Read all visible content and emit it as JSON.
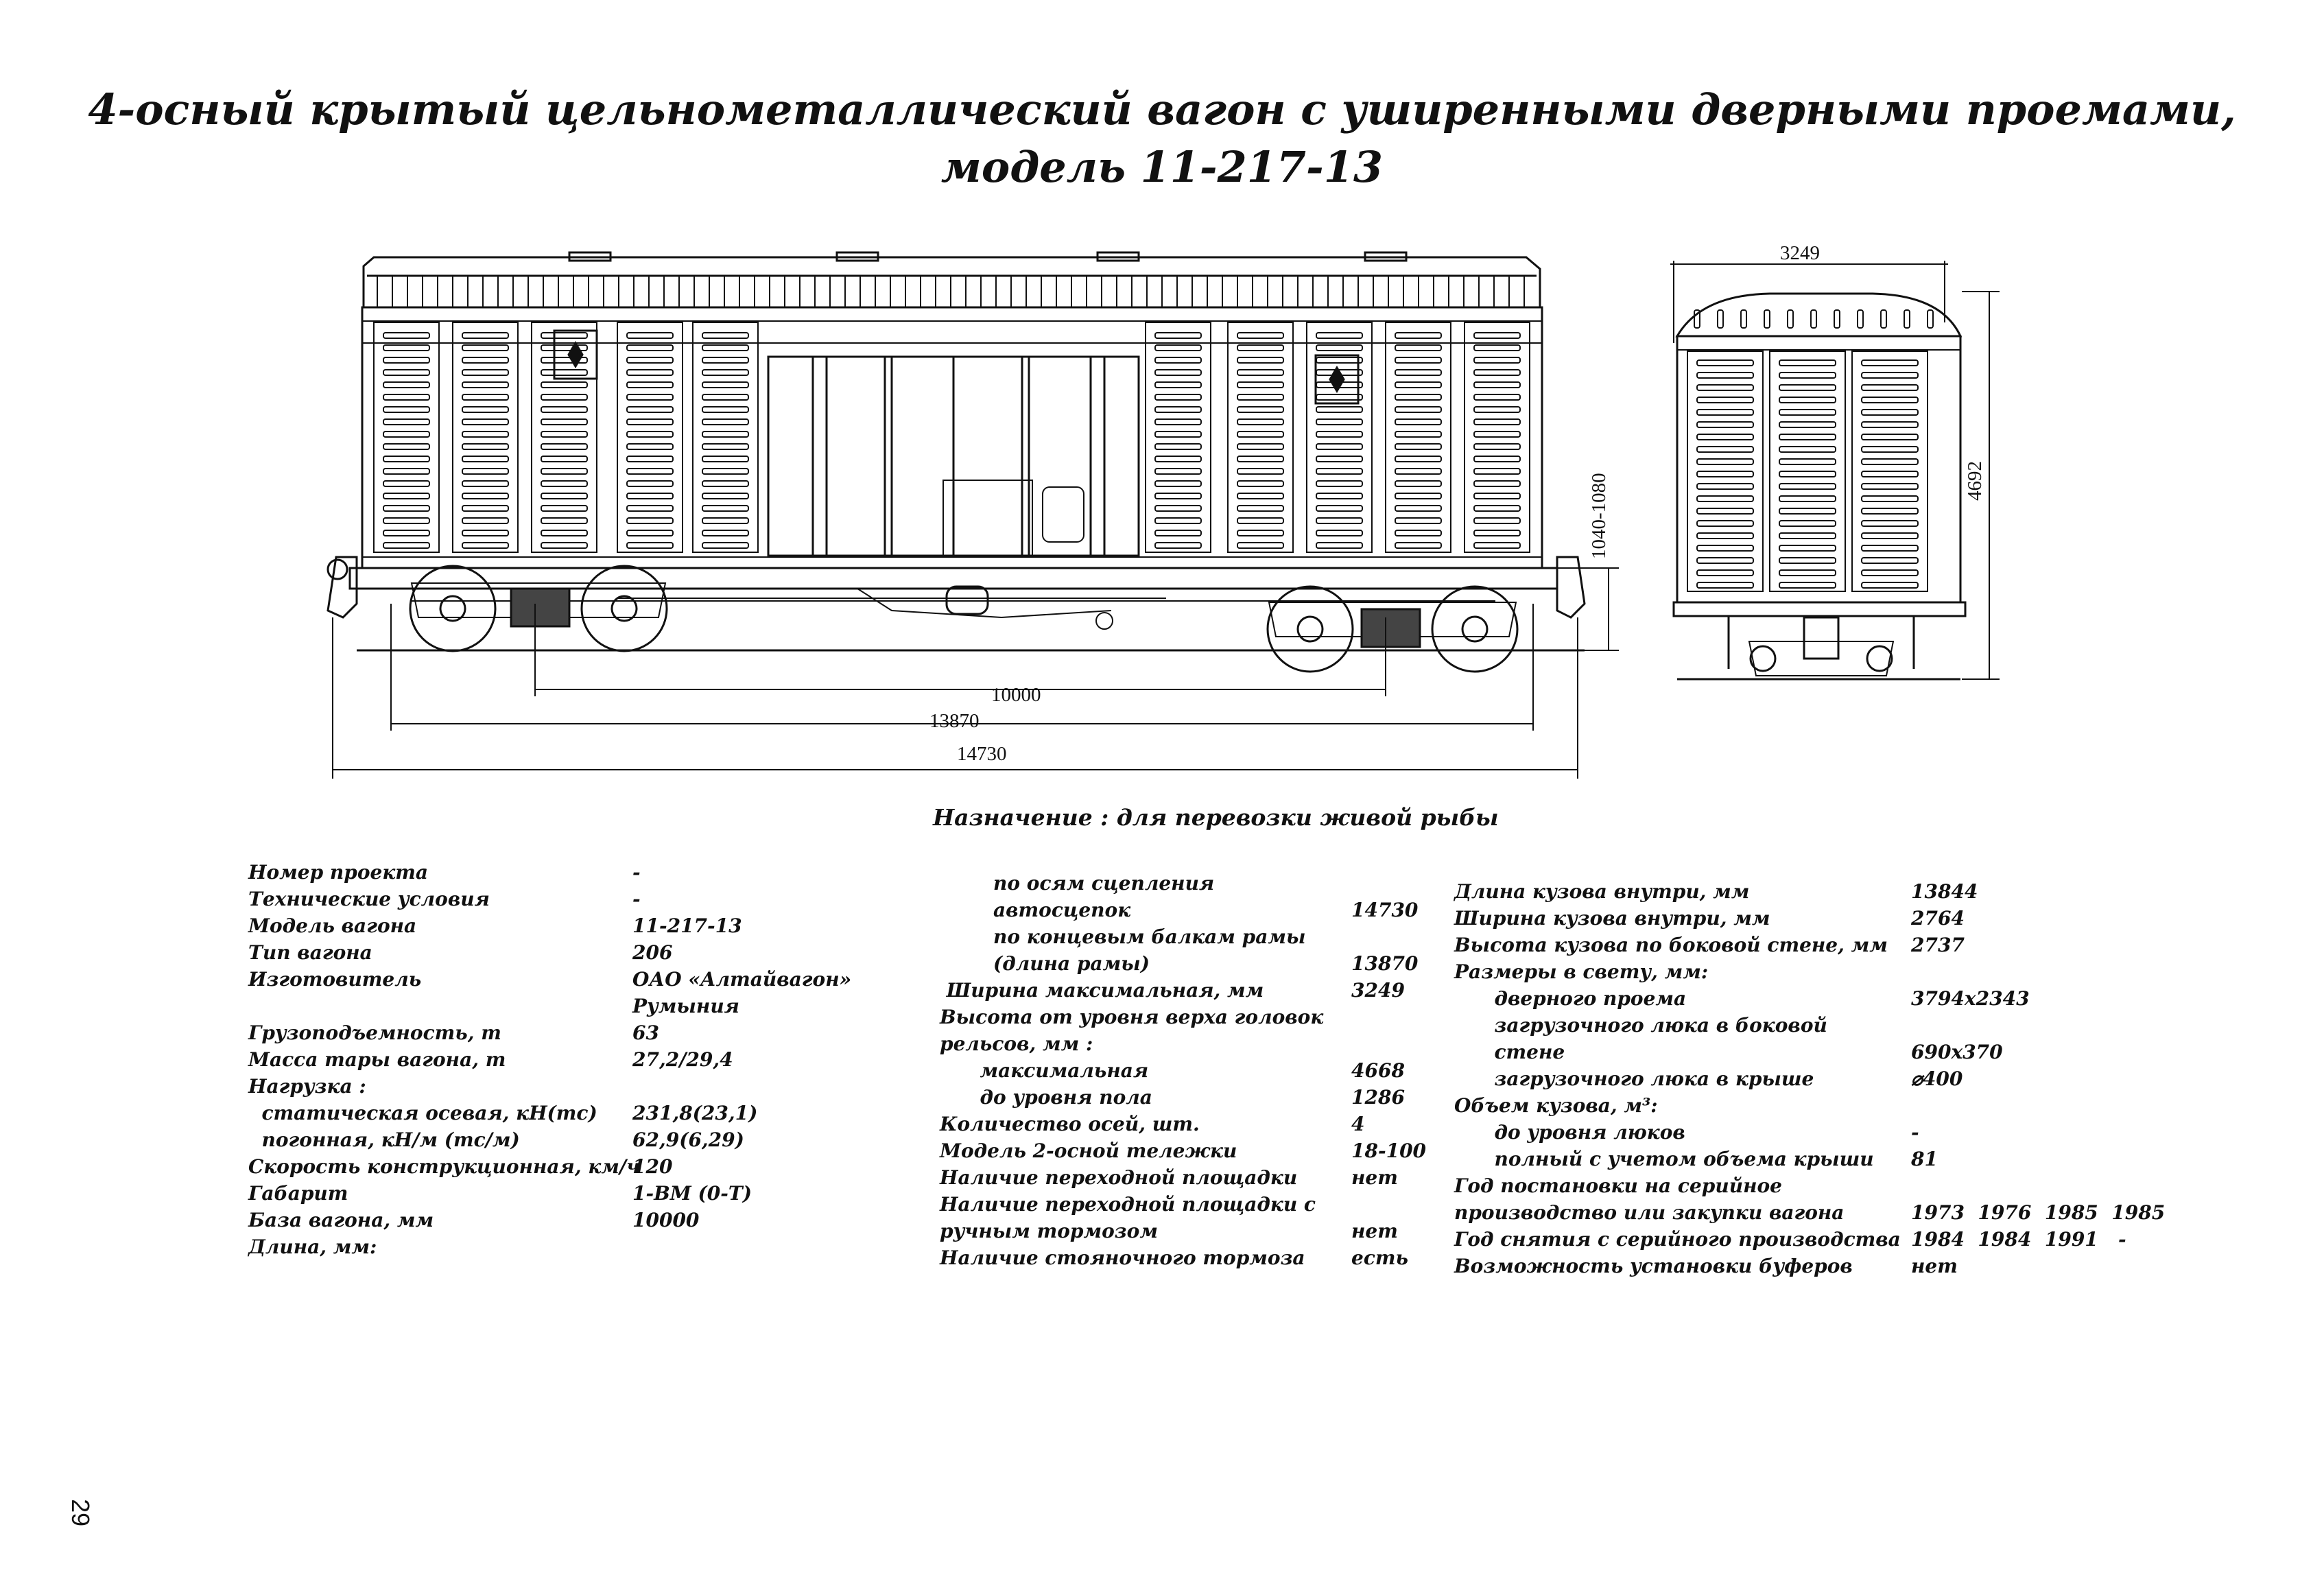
{
  "page": {
    "title_line1": "4-осный крытый цельнометаллический вагон с уширенными дверными проемами,",
    "title_line2": "модель 11-217-13",
    "purpose": "Назначение : для перевозки живой рыбы",
    "page_number": "29"
  },
  "dimensions": {
    "base": "10000",
    "frame_length": "13870",
    "coupler_length": "14730",
    "floor_height": "1040-1080",
    "width": "3249",
    "height": "4692"
  },
  "colors": {
    "ink": "#111111",
    "paper": "#ffffff"
  },
  "specs_col1": [
    {
      "label": "Номер проекта",
      "value": "-"
    },
    {
      "label": "Технические условия",
      "value": "-"
    },
    {
      "label": "Модель вагона",
      "value": "11-217-13"
    },
    {
      "label": "Тип вагона",
      "value": "206"
    },
    {
      "label": "Изготовитель",
      "value": "ОАО «Алтайвагон»"
    },
    {
      "label": "",
      "value": "Румыния"
    },
    {
      "label": "Грузоподъемность, т",
      "value": "63"
    },
    {
      "label": "Масса тары вагона, т",
      "value": "27,2/29,4"
    },
    {
      "label": "Нагрузка :",
      "value": ""
    },
    {
      "label": "  статическая осевая, кН(тс)",
      "value": "231,8(23,1)"
    },
    {
      "label": "  погонная, кН/м (тс/м)",
      "value": "62,9(6,29)"
    },
    {
      "label": "Скорость конструкционная, км/ч",
      "value": "120"
    },
    {
      "label": "Габарит",
      "value": "1-ВМ (0-Т)"
    },
    {
      "label": "База вагона, мм",
      "value": "10000"
    },
    {
      "label": "Длина, мм:",
      "value": ""
    }
  ],
  "specs_col2": [
    {
      "label": "        по осям сцепления",
      "value": ""
    },
    {
      "label": "        автосцепок",
      "value": "14730"
    },
    {
      "label": "        по концевым балкам рамы",
      "value": ""
    },
    {
      "label": "        (длина рамы)",
      "value": "13870"
    },
    {
      "label": " Ширина максимальная, мм",
      "value": "3249"
    },
    {
      "label": "Высота от уровня верха головок",
      "value": ""
    },
    {
      "label": "рельсов, мм :",
      "value": ""
    },
    {
      "label": "      максимальная",
      "value": "4668"
    },
    {
      "label": "      до уровня пола",
      "value": "1286"
    },
    {
      "label": "Количество осей, шт.",
      "value": "4"
    },
    {
      "label": "Модель 2-осной тележки",
      "value": "18-100"
    },
    {
      "label": "Наличие переходной площадки",
      "value": "нет"
    },
    {
      "label": "Наличие переходной площадки с",
      "value": ""
    },
    {
      "label": "ручным тормозом",
      "value": "нет"
    },
    {
      "label": "Наличие стояночного тормоза",
      "value": "есть"
    }
  ],
  "specs_col3": [
    {
      "label": "Длина кузова внутри, мм",
      "value": "13844"
    },
    {
      "label": "Ширина кузова внутри, мм",
      "value": "2764"
    },
    {
      "label": "Высота кузова по боковой стене, мм",
      "value": "2737"
    },
    {
      "label": "Размеры в свету, мм:",
      "value": ""
    },
    {
      "label": "      дверного проема",
      "value": "3794x2343"
    },
    {
      "label": "      загрузочного люка в боковой",
      "value": ""
    },
    {
      "label": "      стене",
      "value": "690x370"
    },
    {
      "label": "      загрузочного люка в крыше",
      "value": "⌀400"
    },
    {
      "label": "Объем кузова, м³:",
      "value": ""
    },
    {
      "label": "      до уровня люков",
      "value": "-"
    },
    {
      "label": "      полный с учетом объема крыши",
      "value": "81"
    },
    {
      "label": "Год постановки на серийное",
      "value": ""
    },
    {
      "label": "производство или закупки вагона",
      "value": "1973  1976  1985  1985"
    },
    {
      "label": "Год снятия с серийного производства",
      "value": "1984  1984  1991   -"
    },
    {
      "label": "Возможность установки буферов",
      "value": "нет"
    }
  ]
}
